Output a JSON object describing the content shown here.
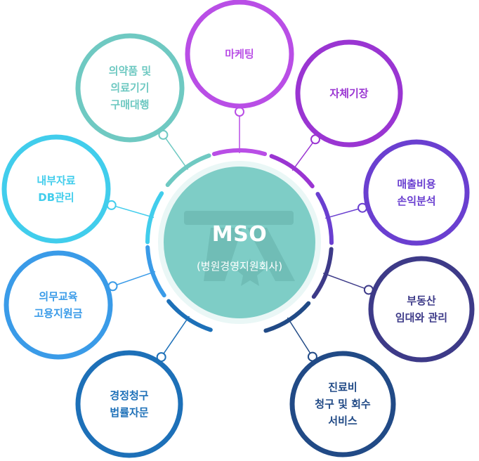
{
  "center": {
    "title": "MSO",
    "subtitle": "(병원경영지원회사)",
    "fill_color": "#7ecdc6"
  },
  "satellites": [
    {
      "id": "marketing",
      "lines": [
        "마케팅"
      ],
      "color": "#b94ee6"
    },
    {
      "id": "self-branding",
      "lines": [
        "자체기장"
      ],
      "color": "#9a35d2"
    },
    {
      "id": "cost-analysis",
      "lines": [
        "매출비용",
        "손익분석"
      ],
      "color": "#6a3fd0"
    },
    {
      "id": "real-estate",
      "lines": [
        "부동산",
        "임대와 관리"
      ],
      "color": "#3d3a88"
    },
    {
      "id": "billing",
      "lines": [
        "진료비",
        "청구 및 회수",
        "서비스"
      ],
      "color": "#214a86"
    },
    {
      "id": "legal",
      "lines": [
        "경정청구",
        "법률자문"
      ],
      "color": "#1d70b8"
    },
    {
      "id": "education",
      "lines": [
        "의무교육",
        "고용지원금"
      ],
      "color": "#3a9be8"
    },
    {
      "id": "internal-db",
      "lines": [
        "내부자료",
        "DB관리"
      ],
      "color": "#41cdec"
    },
    {
      "id": "purchasing",
      "lines": [
        "의약품 및",
        "의료기기",
        "구매대행"
      ],
      "color": "#6fc9c2"
    }
  ]
}
